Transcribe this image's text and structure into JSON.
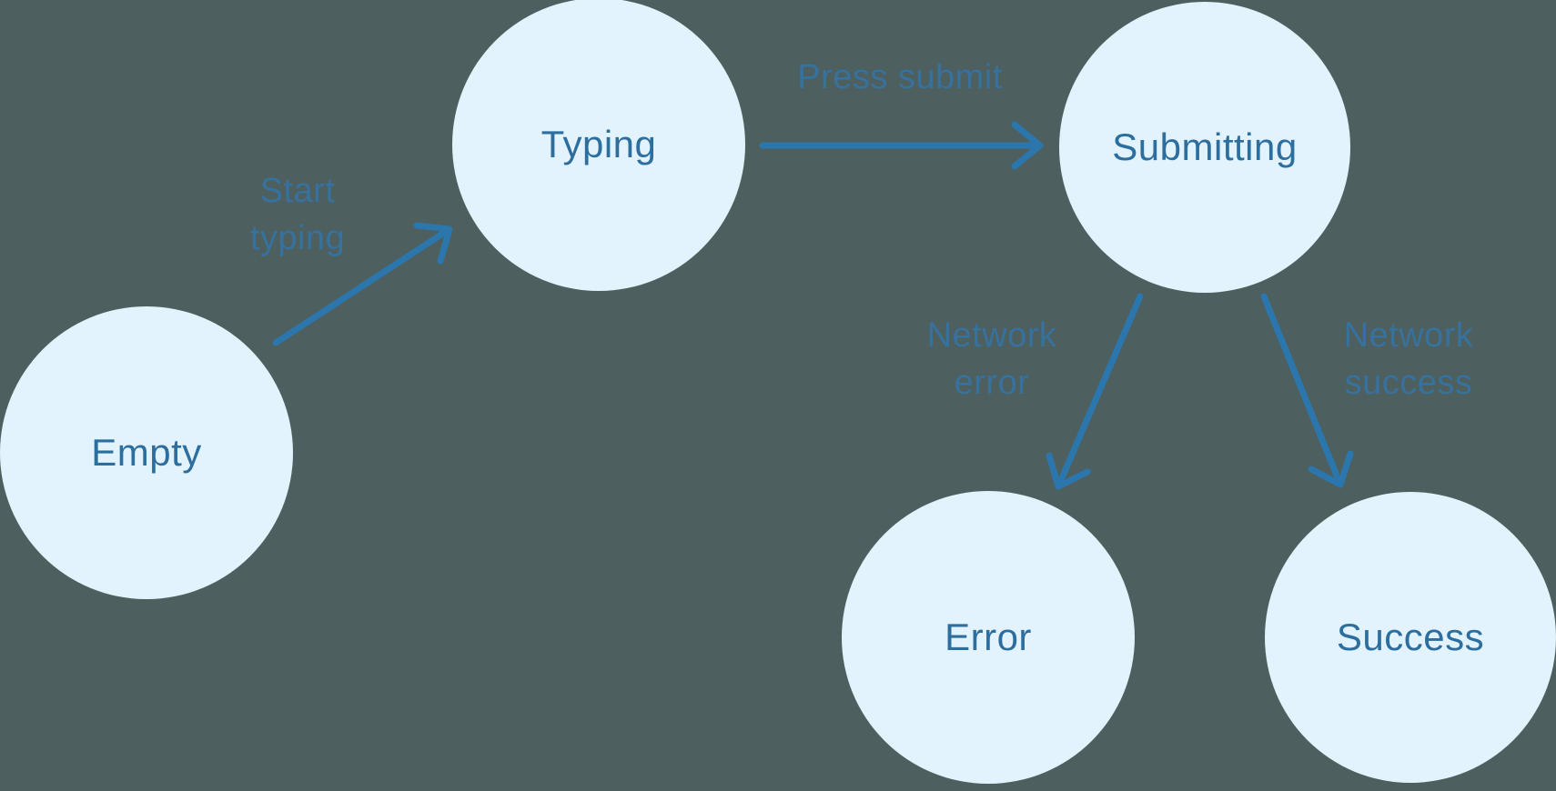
{
  "diagram": {
    "kind": "state-machine",
    "nodes": [
      {
        "id": "empty",
        "label": "Empty"
      },
      {
        "id": "typing",
        "label": "Typing"
      },
      {
        "id": "submitting",
        "label": "Submitting"
      },
      {
        "id": "error",
        "label": "Error"
      },
      {
        "id": "success",
        "label": "Success"
      }
    ],
    "edges": [
      {
        "from": "empty",
        "to": "typing",
        "label": "Start typing"
      },
      {
        "from": "typing",
        "to": "submitting",
        "label": "Press submit"
      },
      {
        "from": "submitting",
        "to": "error",
        "label": "Network error"
      },
      {
        "from": "submitting",
        "to": "success",
        "label": "Network success"
      }
    ],
    "colors": {
      "background": "#4d5f5e",
      "node_fill": "#e3f3fd",
      "node_text": "#2c6e9e",
      "edge_label": "#37719d",
      "arrow": "#2b77ad"
    }
  }
}
